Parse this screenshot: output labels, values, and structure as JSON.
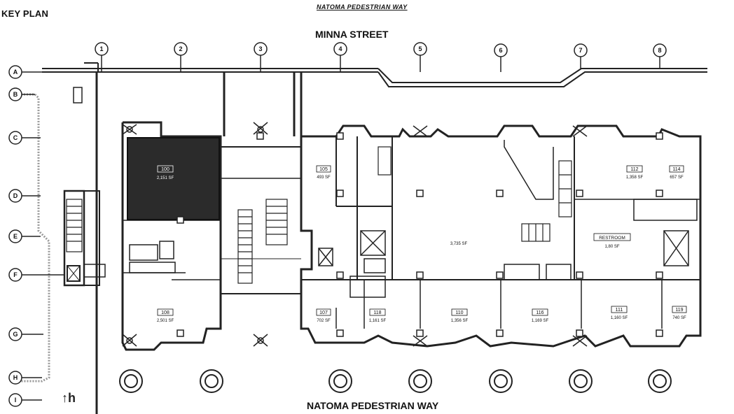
{
  "headings": {
    "key_plan": "KEY PLAN",
    "top_street": "NATOMA PEDESTRIAN WAY",
    "minna": "MINNA STREET",
    "natoma": "NATOMA PEDESTRIAN WAY"
  },
  "grid": {
    "columns": [
      "1",
      "2",
      "3",
      "4",
      "5",
      "6",
      "7",
      "8"
    ],
    "rows": [
      "A",
      "B",
      "C",
      "D",
      "E",
      "F",
      "G",
      "H",
      "I"
    ]
  },
  "units": [
    {
      "id": "u100",
      "num": "100",
      "area": "2,151 SF",
      "highlight": true
    },
    {
      "id": "u105",
      "num": "105",
      "area": "493 SF"
    },
    {
      "id": "u112",
      "num": "112",
      "area": "1,358 SF"
    },
    {
      "id": "u114",
      "num": "114",
      "area": "657 SF"
    },
    {
      "id": "u108",
      "num": "108",
      "area": "2,501 SF"
    },
    {
      "id": "u107",
      "num": "107",
      "area": "702 SF"
    },
    {
      "id": "u118",
      "num": "118",
      "area": "1,161 SF"
    },
    {
      "id": "u110",
      "num": "110",
      "area": "1,356 SF"
    },
    {
      "id": "u116",
      "num": "116",
      "area": "1,169 SF"
    },
    {
      "id": "u111",
      "num": "111",
      "area": "1,160 SF"
    },
    {
      "id": "u119",
      "num": "119",
      "area": "740 SF"
    }
  ],
  "restroom": {
    "label": "RESTROOM",
    "area": "1,80 SF"
  },
  "lobby_area": "3,735 SF"
}
